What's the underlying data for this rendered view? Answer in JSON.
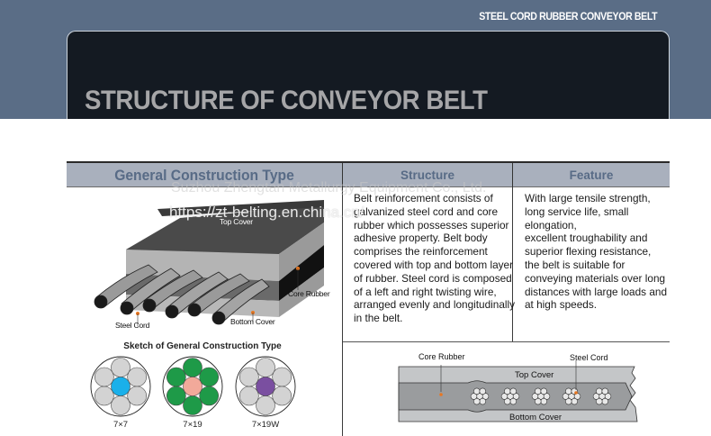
{
  "header": {
    "series_title": "STEEL CORD RUBBER CONVEYOR BELT",
    "page_title": "STRUCTURE OF CONVEYOR BELT"
  },
  "table": {
    "headers": {
      "general": "General Construction Type",
      "structure": "Structure",
      "feature": "Feature"
    },
    "structure_text": "Belt reinforcement consists of galvanized steel cord and core rubber which possesses superior adhesive property. Belt body comprises the reinforcement covered with top and bottom layer of rubber. Steel cord is composed of a left and right twisting wire, arranged evenly and longitudinally in the belt.",
    "feature_lines": [
      "With large tensile strength,",
      "long service life, small",
      "elongation,",
      "excellent troughability and",
      "superior flexing resistance,",
      "the belt is suitable for",
      "conveying materials over long",
      "distances with large loads and",
      "at high speeds."
    ]
  },
  "belt_diagram": {
    "labels": {
      "top_cover": "Top Cover",
      "core_rubber": "Core Rubber",
      "steel_cord": "Steel Cord",
      "bottom_cover": "Bottom Cover"
    }
  },
  "sketch": {
    "title": "Sketch of General Construction Type",
    "types": [
      {
        "label": "7×7",
        "outer_color": "#d3d3d3",
        "core_color": "#1ab0ea"
      },
      {
        "label": "7×19",
        "outer_color": "#1e9a48",
        "core_color": "#f2a99a"
      },
      {
        "label": "7×19W",
        "outer_color": "#d3d3d3",
        "core_color": "#7a4fa0"
      }
    ]
  },
  "cross_section": {
    "labels": {
      "core_rubber": "Core Rubber",
      "steel_cord": "Steel Cord",
      "top_cover": "Top Cover",
      "bottom_cover": "Bottom Cover"
    }
  },
  "watermark": {
    "company": "Suzhou Zhengtan Metallurgy Equipment Co., Ltd.",
    "url": "https://zt-belting.en.china.cn/"
  },
  "colors": {
    "band": "#5a6d86",
    "panel": "#141a22",
    "header_fill": "#a9b0bd",
    "header_text": "#586b86",
    "marker": "#e87722"
  }
}
